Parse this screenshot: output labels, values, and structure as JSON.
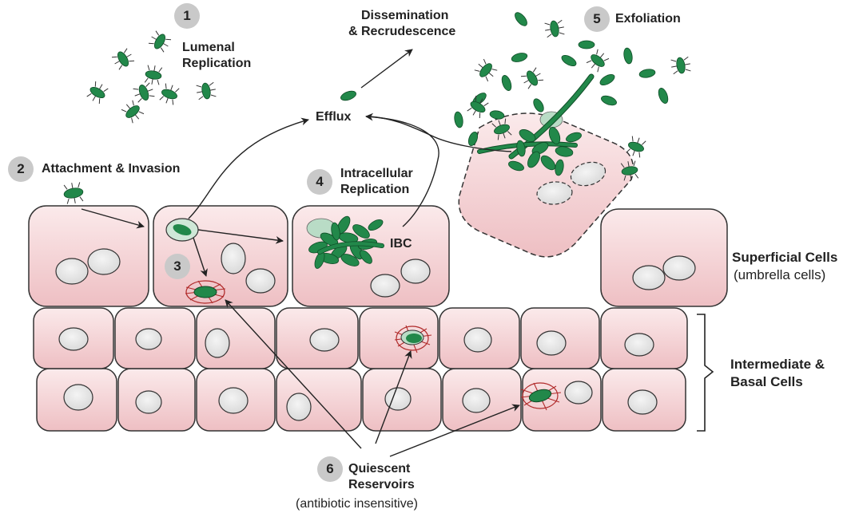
{
  "steps": [
    {
      "number": "1",
      "label_line1": "Lumenal",
      "label_line2": "Replication"
    },
    {
      "number": "2",
      "label_line1": "Attachment & Invasion",
      "label_line2": ""
    },
    {
      "number": "3",
      "label_line1": "",
      "label_line2": ""
    },
    {
      "number": "4",
      "label_line1": "Intracellular",
      "label_line2": "Replication"
    },
    {
      "number": "5",
      "label_line1": "Exfoliation",
      "label_line2": ""
    },
    {
      "number": "6",
      "label_line1": "Quiescent",
      "label_line2": "Reservoirs",
      "label_line3": "(antibiotic insensitive)"
    }
  ],
  "labels": {
    "dissemination_line1": "Dissemination",
    "dissemination_line2": "& Recrudescence",
    "efflux": "Efflux",
    "ibc": "IBC",
    "superficial": "Superficial Cells",
    "superficial_sub": "(umbrella cells)",
    "intermediate_line1": "Intermediate &",
    "intermediate_line2": "Basal Cells"
  },
  "colors": {
    "cell_fill": "#f2c9cc",
    "cell_stroke": "#333333",
    "bacterium": "#22884a",
    "nucleus": "#e8e8e8",
    "reservoir_mesh": "#b02a2a",
    "step_badge": "#c9c9c9"
  }
}
